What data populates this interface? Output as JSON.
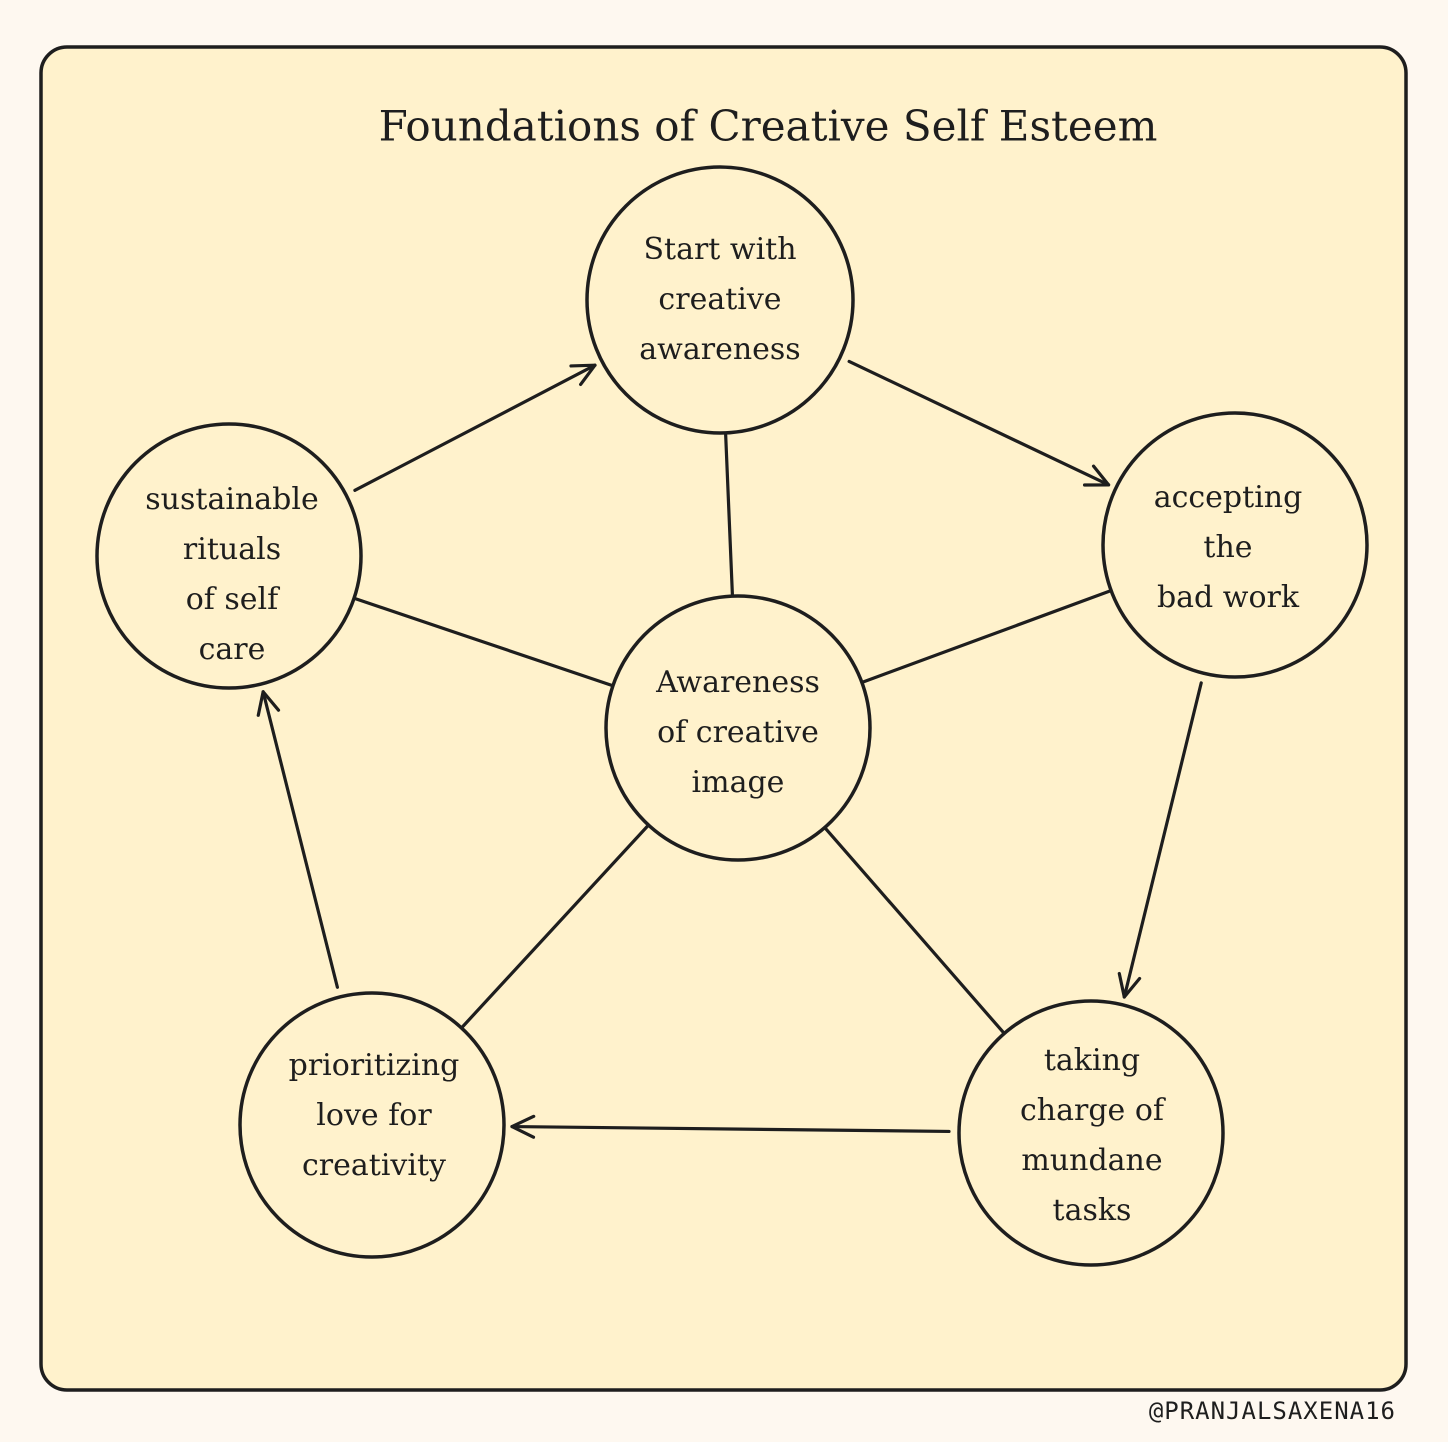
{
  "title": "Foundations of Creative Self Esteem",
  "credit": "@PRANJALSAXENA16",
  "colors": {
    "background": "#fef8f0",
    "panel": "#fff2cc",
    "ink": "#1e1e1e"
  },
  "nodes": {
    "center": {
      "lines": [
        "Awareness",
        "of creative",
        "image"
      ]
    },
    "start": {
      "lines": [
        "Start with",
        "creative",
        "awareness"
      ]
    },
    "accepting": {
      "lines": [
        "accepting",
        "the",
        "bad work"
      ]
    },
    "mundane": {
      "lines": [
        "taking",
        "charge of",
        "mundane",
        "tasks"
      ]
    },
    "love": {
      "lines": [
        "prioritizing",
        "love for",
        "creativity"
      ]
    },
    "rituals": {
      "lines": [
        "sustainable",
        "rituals",
        "of self",
        "care"
      ]
    }
  },
  "arrows": [
    {
      "from": "start",
      "to": "accepting"
    },
    {
      "from": "accepting",
      "to": "mundane"
    },
    {
      "from": "mundane",
      "to": "love"
    },
    {
      "from": "love",
      "to": "rituals"
    },
    {
      "from": "rituals",
      "to": "start"
    }
  ],
  "spokes": [
    "start",
    "accepting",
    "mundane",
    "love",
    "rituals"
  ]
}
